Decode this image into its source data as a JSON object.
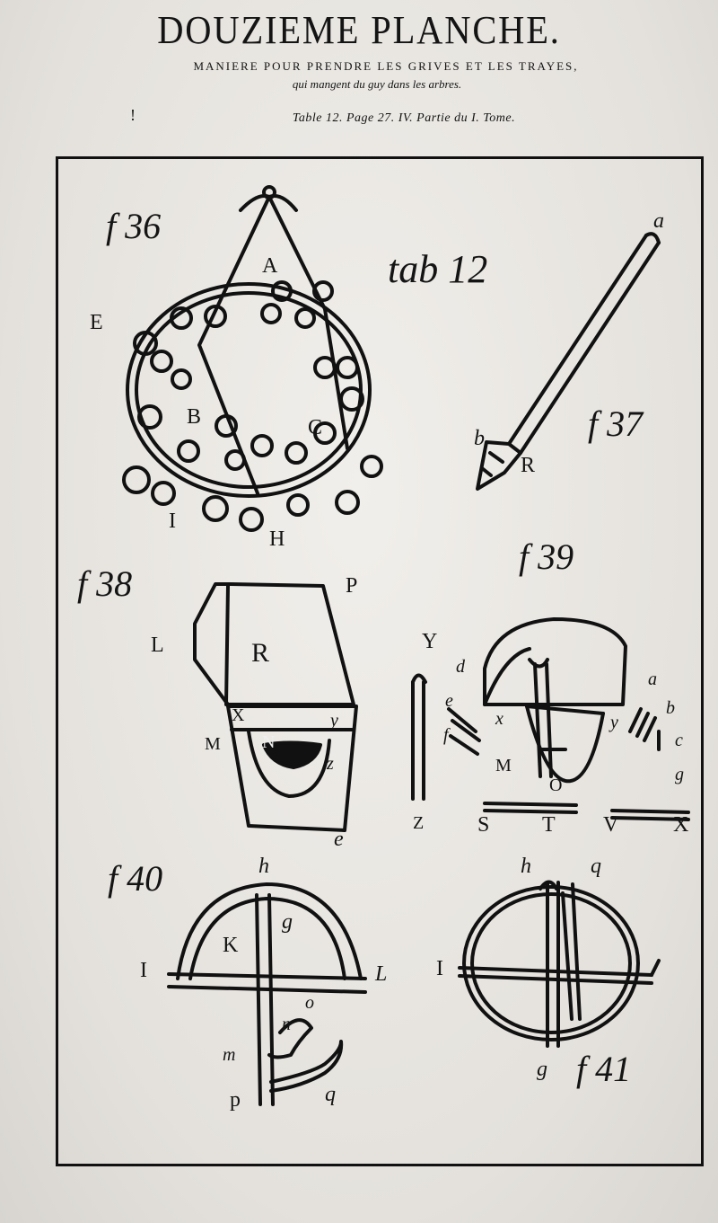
{
  "header": {
    "title": "DOUZIEME PLANCHE.",
    "subtitle_line1": "MANIERE POUR PRENDRE LES GRIVES ET LES TRAYES,",
    "subtitle_line2": "qui mangent du guy dans les arbres.",
    "mark": "!",
    "reference": "Table 12.  Page 27.  IV. Partie du I. Tome."
  },
  "plate": {
    "tab_label": "tab 12",
    "figures": [
      {
        "id": "f36",
        "caption": "f 36",
        "letters": [
          "A",
          "B",
          "C",
          "E",
          "I",
          "H"
        ]
      },
      {
        "id": "f37",
        "caption": "f 37",
        "letters": [
          "a",
          "b",
          "R"
        ]
      },
      {
        "id": "f38",
        "caption": "f 38",
        "letters": [
          "P",
          "L",
          "R",
          "X",
          "y",
          "M",
          "N",
          "z",
          "e"
        ]
      },
      {
        "id": "f39",
        "caption": "f 39",
        "letters": [
          "Y",
          "d",
          "e",
          "f",
          "x",
          "y",
          "M",
          "a",
          "b",
          "c",
          "g",
          "O",
          "Z",
          "S",
          "T",
          "V",
          "X"
        ]
      },
      {
        "id": "f40",
        "caption": "f 40",
        "letters": [
          "h",
          "K",
          "g",
          "I",
          "L",
          "o",
          "n",
          "m",
          "p",
          "q"
        ]
      },
      {
        "id": "f41",
        "caption": "f 41",
        "letters": [
          "h",
          "q",
          "I",
          "g"
        ]
      }
    ]
  }
}
